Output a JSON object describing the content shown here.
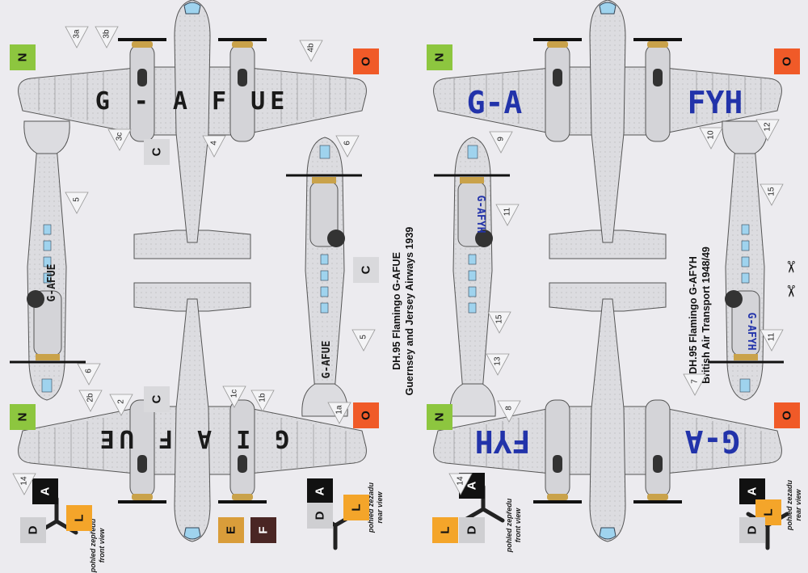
{
  "scheme_left": {
    "title": "DH.95 Flamingo G-AFUE",
    "subtitle": "Guernsey and Jersey Airways 1939",
    "registration_top": "G - A F UE",
    "registration_bottom": "G I A F UE",
    "registration_side": "G-AFUE",
    "reg_color": "#1a1a1a"
  },
  "scheme_right": {
    "title": "DH.95 Flamingo G-AFYH",
    "subtitle": "British Air Transport 1948/49",
    "registration_top_left": "G-A",
    "registration_top_right": "FYH",
    "registration_side": "G-AFYH",
    "reg_color": "#2233aa"
  },
  "views": {
    "front_cs": "pohled zepředu",
    "front_en": "front view",
    "rear_cs": "pohled zezadu",
    "rear_en": "rear view"
  },
  "color_codes": {
    "N": {
      "label": "N",
      "color": "#8dc63f"
    },
    "O": {
      "label": "O",
      "color": "#f05a28"
    },
    "C": {
      "label": "C",
      "color": "#d9d9dc"
    },
    "A": {
      "label": "A",
      "color": "#111111"
    },
    "L": {
      "label": "L",
      "color": "#f4a52a"
    },
    "D": {
      "label": "D",
      "color": "#cfcfd2"
    },
    "E": {
      "label": "E",
      "color": "#d99d3a"
    },
    "F": {
      "label": "F",
      "color": "#4a2624"
    }
  },
  "callouts": [
    "3a",
    "3b",
    "4b",
    "3c",
    "4",
    "5",
    "6",
    "5",
    "6",
    "2b",
    "2",
    "1c",
    "1b",
    "1a",
    "14",
    "9",
    "11",
    "15",
    "13",
    "8",
    "10",
    "12",
    "15",
    "11",
    "7",
    "14"
  ]
}
